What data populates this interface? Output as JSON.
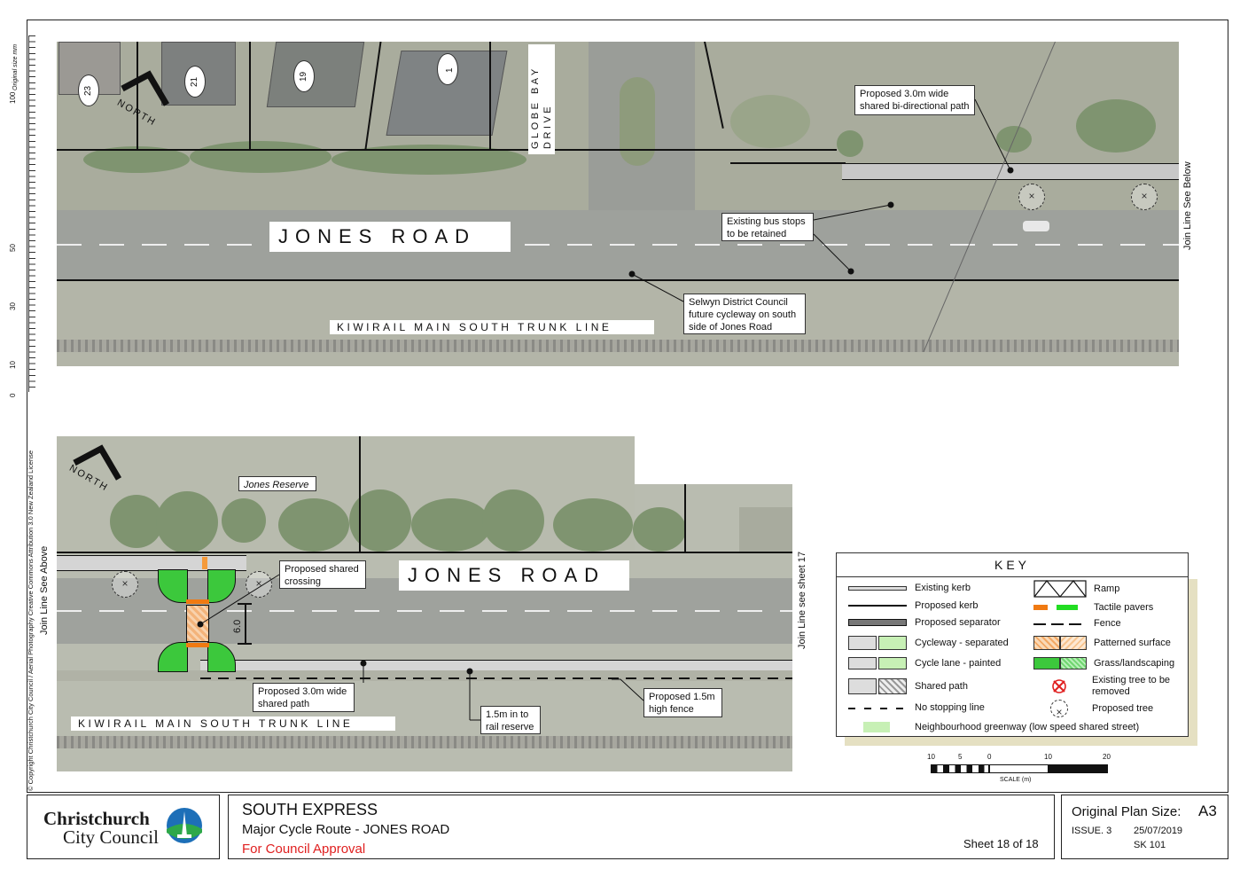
{
  "side_ruler": {
    "title": "Original size mm",
    "ticks": [
      "100",
      "50",
      "30",
      "10",
      "0"
    ]
  },
  "copyright": "© Copyright Christchurch City Council  /  Aerial Photography Creative Commons Attribution 3.0 New Zealand License",
  "top_plan": {
    "road_name": "JONES ROAD",
    "street_name_line1": "GLOBE BAY",
    "street_name_line2": "DRIVE",
    "rail_label": "KIWIRAIL MAIN SOUTH TRUNK LINE",
    "north_label": "NORTH",
    "house_numbers": [
      "23",
      "21",
      "19",
      "1"
    ],
    "callouts": {
      "shared_path": "Proposed 3.0m wide shared bi-directional path",
      "bus_stops": "Existing bus stops to be retained",
      "selwyn": "Selwyn District Council future cycleway on south side of Jones Road"
    },
    "join_line": "Join Line  See Below"
  },
  "bottom_plan": {
    "road_name": "JONES ROAD",
    "rail_label": "KIWIRAIL MAIN SOUTH TRUNK LINE",
    "north_label": "NORTH",
    "reserve_label": "Jones Reserve",
    "dimension": "6.0",
    "callouts": {
      "crossing": "Proposed shared crossing",
      "shared_path": "Proposed 3.0m wide shared path",
      "rail_reserve": "1.5m in to rail reserve",
      "fence": "Proposed 1.5m high fence"
    },
    "join_left": "Join Line See Above",
    "join_right": "Join Line see sheet 17"
  },
  "key": {
    "title": "KEY",
    "left_items": [
      "Existing kerb",
      "Proposed kerb",
      "Proposed separator",
      "Cycleway - separated",
      "Cycle lane - painted",
      "Shared path",
      "No stopping line"
    ],
    "right_items": [
      "Ramp",
      "Tactile pavers",
      "Fence",
      "Patterned surface",
      "Grass/landscaping",
      "Existing tree to be removed",
      "Proposed tree"
    ],
    "bottom_item": "Neighbourhood greenway (low speed shared street)"
  },
  "scale": {
    "ticks": [
      "10",
      "5",
      "0",
      "10",
      "20"
    ],
    "label": "SCALE (m)"
  },
  "title_block": {
    "logo_line1": "Christchurch",
    "logo_line2": "City Council",
    "project": "SOUTH EXPRESS",
    "subtitle": "Major Cycle Route - JONES ROAD",
    "status": "For Council Approval",
    "sheet": "Sheet 18 of 18",
    "plan_size_label": "Original Plan Size:",
    "plan_size_value": "A3",
    "issue": "ISSUE. 3",
    "date": "25/07/2019",
    "code": "SK 101"
  },
  "colors": {
    "status_red": "#e02020",
    "tactile_orange": "#f07a12",
    "tactile_green": "#22dd22",
    "grass_green": "#3cc83c",
    "logo_blue": "#1d6fb8"
  }
}
